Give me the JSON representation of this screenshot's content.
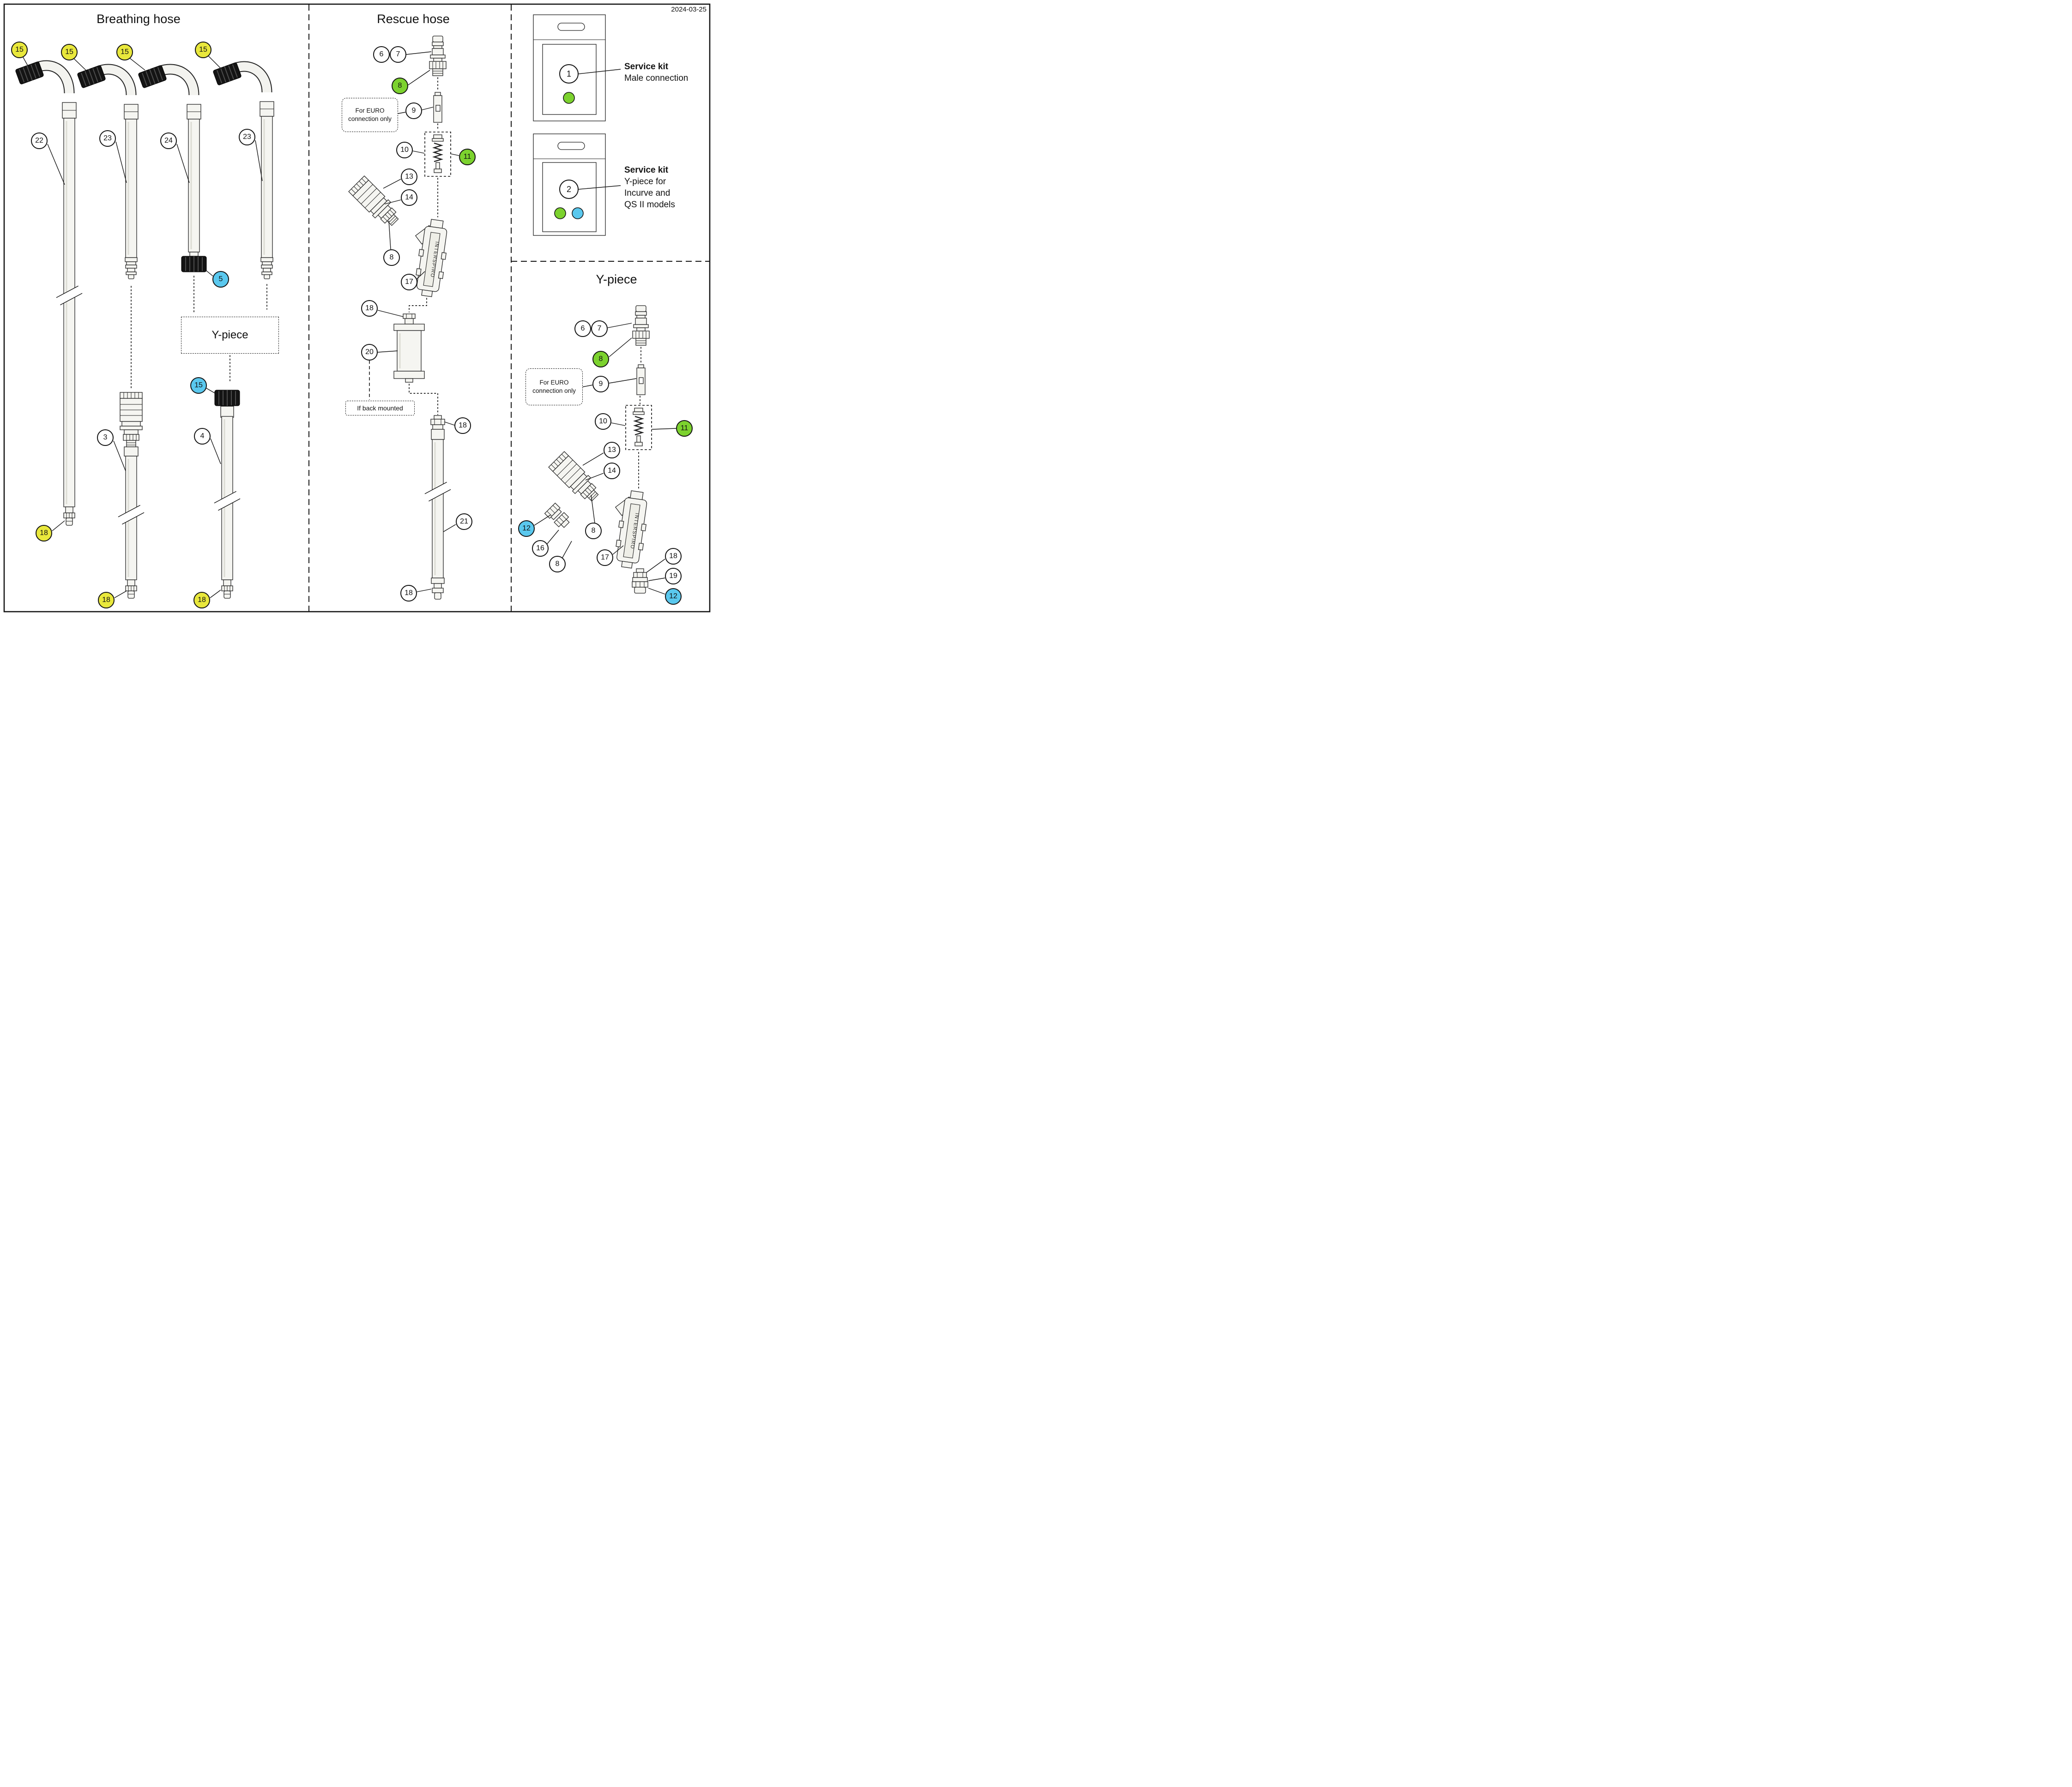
{
  "date": "2024-03-25",
  "sections": {
    "breathing_hose": {
      "title": "Breathing hose",
      "y_piece_box": "Y-piece"
    },
    "rescue_hose": {
      "title": "Rescue hose",
      "euro_note": "For EURO connection only",
      "back_note": "If back mounted"
    },
    "service_kits": {
      "kit1": {
        "title": "Service kit",
        "desc": "Male connection"
      },
      "kit2": {
        "title": "Service kit",
        "desc": "Y-piece for Incurve and QS II models"
      }
    },
    "y_piece": {
      "title": "Y-piece",
      "euro_note": "For EURO connection only"
    },
    "brand_text": "INTERSPIRO"
  },
  "colors": {
    "yellow": "#e9e83c",
    "green": "#7cd22e",
    "cyan": "#5ac8ee",
    "white": "#ffffff",
    "line": "#141414"
  },
  "callouts": {
    "bh15a": {
      "label": "15",
      "color": "yellow"
    },
    "bh15b": {
      "label": "15",
      "color": "yellow"
    },
    "bh15c": {
      "label": "15",
      "color": "yellow"
    },
    "bh15d": {
      "label": "15",
      "color": "yellow"
    },
    "bh22": {
      "label": "22",
      "color": "white"
    },
    "bh23a": {
      "label": "23",
      "color": "white"
    },
    "bh24": {
      "label": "24",
      "color": "white"
    },
    "bh23b": {
      "label": "23",
      "color": "white"
    },
    "bh5": {
      "label": "5",
      "color": "cyan"
    },
    "bh3": {
      "label": "3",
      "color": "white"
    },
    "bh15e": {
      "label": "15",
      "color": "cyan"
    },
    "bh4": {
      "label": "4",
      "color": "white"
    },
    "bh18a": {
      "label": "18",
      "color": "yellow"
    },
    "bh18b": {
      "label": "18",
      "color": "yellow"
    },
    "bh18c": {
      "label": "18",
      "color": "yellow"
    },
    "rh6": {
      "label": "6",
      "color": "white"
    },
    "rh7": {
      "label": "7",
      "color": "white"
    },
    "rh8a": {
      "label": "8",
      "color": "green"
    },
    "rh9": {
      "label": "9",
      "color": "white"
    },
    "rh10": {
      "label": "10",
      "color": "white"
    },
    "rh11": {
      "label": "11",
      "color": "green"
    },
    "rh13": {
      "label": "13",
      "color": "white"
    },
    "rh14": {
      "label": "14",
      "color": "white"
    },
    "rh8b": {
      "label": "8",
      "color": "white"
    },
    "rh17": {
      "label": "17",
      "color": "white"
    },
    "rh18a": {
      "label": "18",
      "color": "white"
    },
    "rh20": {
      "label": "20",
      "color": "white"
    },
    "rh18b": {
      "label": "18",
      "color": "white"
    },
    "rh21": {
      "label": "21",
      "color": "white"
    },
    "rh18c": {
      "label": "18",
      "color": "white"
    },
    "sk1": {
      "label": "1",
      "color": "white"
    },
    "sk2": {
      "label": "2",
      "color": "white"
    },
    "yp6": {
      "label": "6",
      "color": "white"
    },
    "yp7": {
      "label": "7",
      "color": "white"
    },
    "yp8a": {
      "label": "8",
      "color": "green"
    },
    "yp9": {
      "label": "9",
      "color": "white"
    },
    "yp10": {
      "label": "10",
      "color": "white"
    },
    "yp11": {
      "label": "11",
      "color": "green"
    },
    "yp13": {
      "label": "13",
      "color": "white"
    },
    "yp14": {
      "label": "14",
      "color": "white"
    },
    "yp12a": {
      "label": "12",
      "color": "cyan"
    },
    "yp16": {
      "label": "16",
      "color": "white"
    },
    "yp8b": {
      "label": "8",
      "color": "white"
    },
    "yp8c": {
      "label": "8",
      "color": "white"
    },
    "yp17": {
      "label": "17",
      "color": "white"
    },
    "yp18": {
      "label": "18",
      "color": "white"
    },
    "yp19": {
      "label": "19",
      "color": "white"
    },
    "yp12b": {
      "label": "12",
      "color": "cyan"
    }
  }
}
